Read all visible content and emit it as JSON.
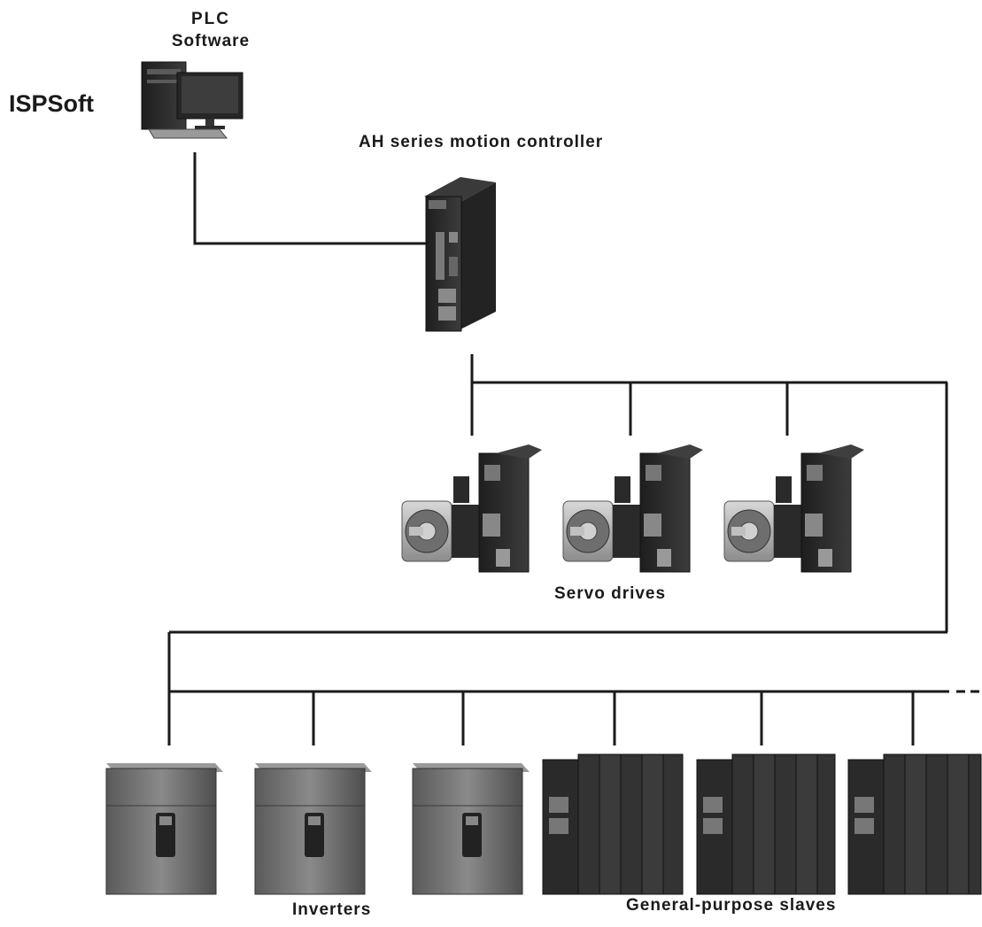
{
  "labels": {
    "pc_title_line1": "PLC",
    "pc_title_line2": "Software",
    "software_name": "ISPSoft",
    "controller": "AH series motion controller",
    "servo_drives": "Servo drives",
    "inverters": "Inverters",
    "slaves": "General-purpose slaves"
  },
  "colors": {
    "line": "#1a1a1a",
    "device_dark": "#2b2b2b",
    "device_mid": "#4a4a4a",
    "inverter_body": "#6e6e6e",
    "motor_metal": "#b8b8b8"
  }
}
